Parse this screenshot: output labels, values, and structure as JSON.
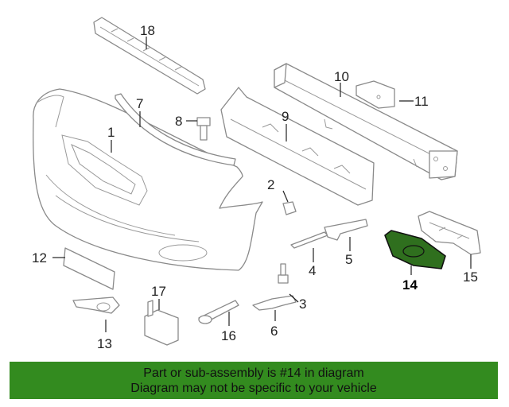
{
  "diagram": {
    "callouts": [
      "18",
      "10",
      "11",
      "7",
      "8",
      "9",
      "1",
      "2",
      "12",
      "4",
      "5",
      "14",
      "15",
      "17",
      "3",
      "13",
      "16",
      "6"
    ],
    "highlight_callout": "14",
    "highlight_color": "#2f6f1e"
  },
  "banner": {
    "line1": "Part or sub-assembly is #14 in diagram",
    "line2": "Diagram may not be specific to your vehicle",
    "background": "#338b1f"
  }
}
